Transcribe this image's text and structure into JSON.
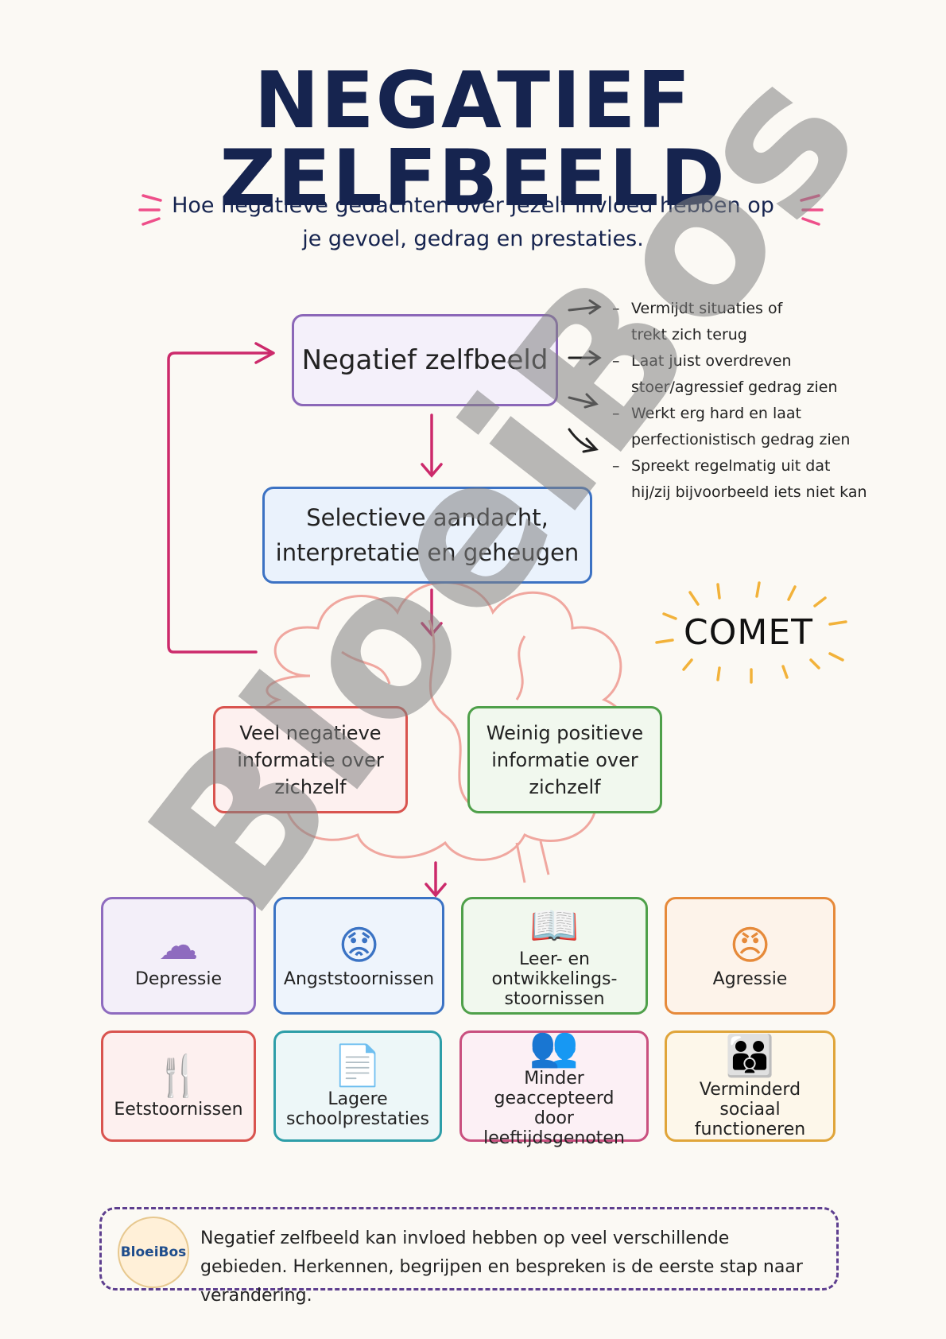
{
  "title": "NEGATIEF ZELFBEELD",
  "subtitle": "Hoe negatieve gedachten over jezelf invloed hebben op je gevoel, gedrag en prestaties.",
  "flow": {
    "box1": "Negatief zelfbeeld",
    "box2": "Selectieve aandacht,\ninterpretatie en geheugen",
    "box3": "Veel negatieve\ninformatie over\nzichzelf",
    "box4": "Weinig positieve\ninformatie over\nzichzelf"
  },
  "behaviors": [
    "Vermijdt situaties of\ntrekt zich terug",
    "Laat juist overdreven\nstoer/agressief gedrag zien",
    "Werkt erg hard en laat\nperfectionistisch gedrag zien",
    "Spreekt regelmatig uit dat\nhij/zij bijvoorbeeld iets niet kan"
  ],
  "comet": "COMET",
  "outcomes": [
    {
      "label": "Depressie",
      "icon": "rain-cloud-icon",
      "glyph": "☁",
      "color": "#8e6bbf",
      "bg": "#f3eff9"
    },
    {
      "label": "Angststoornissen",
      "icon": "anxious-face-icon",
      "glyph": "😟",
      "color": "#3b73c4",
      "bg": "#eef4fc"
    },
    {
      "label": "Leer- en\nontwikkelings-\nstoornissen",
      "icon": "open-book-icon",
      "glyph": "📖",
      "color": "#4fa04a",
      "bg": "#f1f8ee"
    },
    {
      "label": "Agressie",
      "icon": "angry-face-icon",
      "glyph": "😠",
      "color": "#e68a3a",
      "bg": "#fdf3ea"
    },
    {
      "label": "Eetstoornissen",
      "icon": "cutlery-icon",
      "glyph": "🍴",
      "color": "#d9544f",
      "bg": "#fdf0ef"
    },
    {
      "label": "Lagere\nschoolprestaties",
      "icon": "grade-paper-icon",
      "glyph": "📄",
      "color": "#2e9ea8",
      "bg": "#edf7f8"
    },
    {
      "label": "Minder geaccepteerd\ndoor leeftijdsgenoten",
      "icon": "excluded-person-icon",
      "glyph": "👥",
      "color": "#c9507f",
      "bg": "#fcf0f5"
    },
    {
      "label": "Verminderd\nsociaal\nfunctioneren",
      "icon": "group-icon",
      "glyph": "👪",
      "color": "#e0a53a",
      "bg": "#fdf7ea"
    }
  ],
  "footer": {
    "logo": "BloeiBos",
    "text": "Negatief zelfbeeld kan invloed hebben op veel verschillende gebieden. Herkennen, begrijpen en bespreken is de eerste stap naar verandering."
  },
  "watermark": "BloeiBos"
}
